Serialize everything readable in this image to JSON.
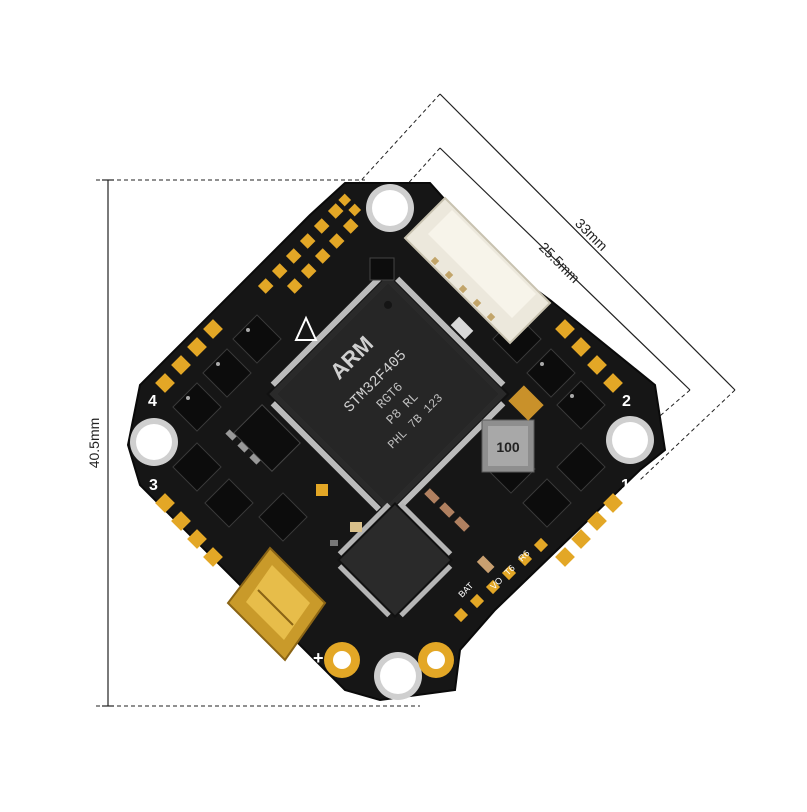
{
  "dimensions": {
    "height_label": "40.5mm",
    "diagonal_outer_label": "33mm",
    "diagonal_inner_label": "25.5mm"
  },
  "motor_labels": {
    "m1": "1",
    "m2": "2",
    "m3": "3",
    "m4": "4"
  },
  "chip": {
    "logo": "ARM",
    "line1": "STM32F405",
    "line2": "RGT6",
    "line3": "P8 RL",
    "line4": "PHL 7B 123"
  },
  "inductor_label": "100",
  "silkscreen": {
    "bat_plus": "+",
    "bat_minus": "−",
    "bat_label": "BAT",
    "pad_labels": [
      "VO",
      "T6",
      "R6"
    ]
  },
  "colors": {
    "board": "#161616",
    "pad": "#e3a726",
    "dimension_line": "#222222"
  }
}
